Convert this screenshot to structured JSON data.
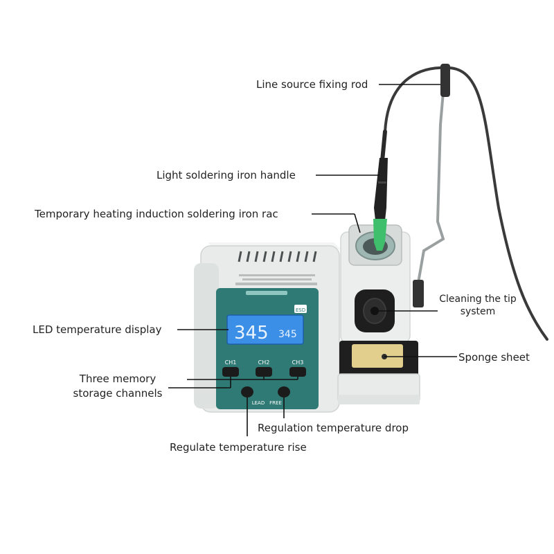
{
  "callouts": {
    "line_source_rod": "Line source fixing rod",
    "iron_handle": "Light soldering iron handle",
    "iron_rack": "Temporary heating induction soldering iron rac",
    "led_display": "LED temperature display",
    "memory_channels_1": "Three memory",
    "memory_channels_2": "storage channels",
    "temp_drop": "Regulation temperature drop",
    "temp_rise": "Regulate temperature rise",
    "cleaning_tip_1": "Cleaning the tip",
    "cleaning_tip_2": "system",
    "sponge": "Sponge sheet"
  },
  "device": {
    "main_temp": "345",
    "set_temp": "345",
    "ch1": "CH1",
    "ch2": "CH2",
    "ch3": "CH3",
    "lead": "LEAD",
    "free": "FREE",
    "model_badge": "ESD"
  },
  "colors": {
    "panel_teal": "#2f7a74",
    "lcd_blue": "#3c8fe6",
    "housing": "#e8ebea",
    "sponge": "#e2cf8e",
    "grip_green": "#3fbf6b"
  }
}
